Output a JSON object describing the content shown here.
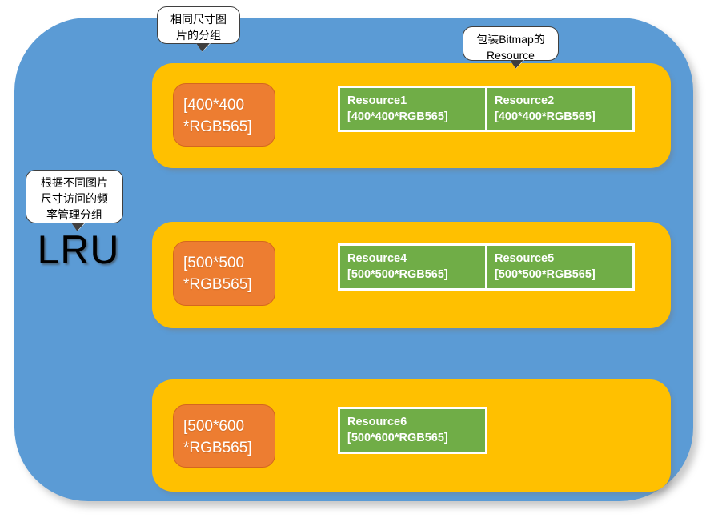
{
  "diagram": {
    "title_label": "LRU",
    "colors": {
      "outer_container": "#5b9bd5",
      "group_row": "#ffc000",
      "key_box": "#ed7d31",
      "resource_box": "#70ad47",
      "resource_border": "#ffffff",
      "callout_bg": "#ffffff",
      "callout_border": "#3f3f3f",
      "label_text": "#000000"
    },
    "callouts": [
      {
        "name": "same-size-group",
        "lines": [
          "相同尺寸图",
          "片的分组"
        ]
      },
      {
        "name": "bitmap-resource",
        "lines": [
          "包装Bitmap的",
          "Resource"
        ]
      },
      {
        "name": "lru-frequency",
        "lines": [
          "根据不同图片",
          "尺寸访问的频",
          "率管理分组"
        ]
      }
    ],
    "groups": [
      {
        "key": {
          "lines": [
            "[400*400",
            "*RGB565]"
          ]
        },
        "resources": [
          {
            "name": "Resource1",
            "spec": "[400*400*RGB565]"
          },
          {
            "name": "Resource2",
            "spec": "[400*400*RGB565]"
          }
        ]
      },
      {
        "key": {
          "lines": [
            "[500*500",
            "*RGB565]"
          ]
        },
        "resources": [
          {
            "name": "Resource4",
            "spec": "[500*500*RGB565]"
          },
          {
            "name": "Resource5",
            "spec": "[500*500*RGB565]"
          }
        ]
      },
      {
        "key": {
          "lines": [
            "[500*600",
            "*RGB565]"
          ]
        },
        "resources": [
          {
            "name": "Resource6",
            "spec": "[500*600*RGB565]"
          }
        ]
      }
    ]
  }
}
